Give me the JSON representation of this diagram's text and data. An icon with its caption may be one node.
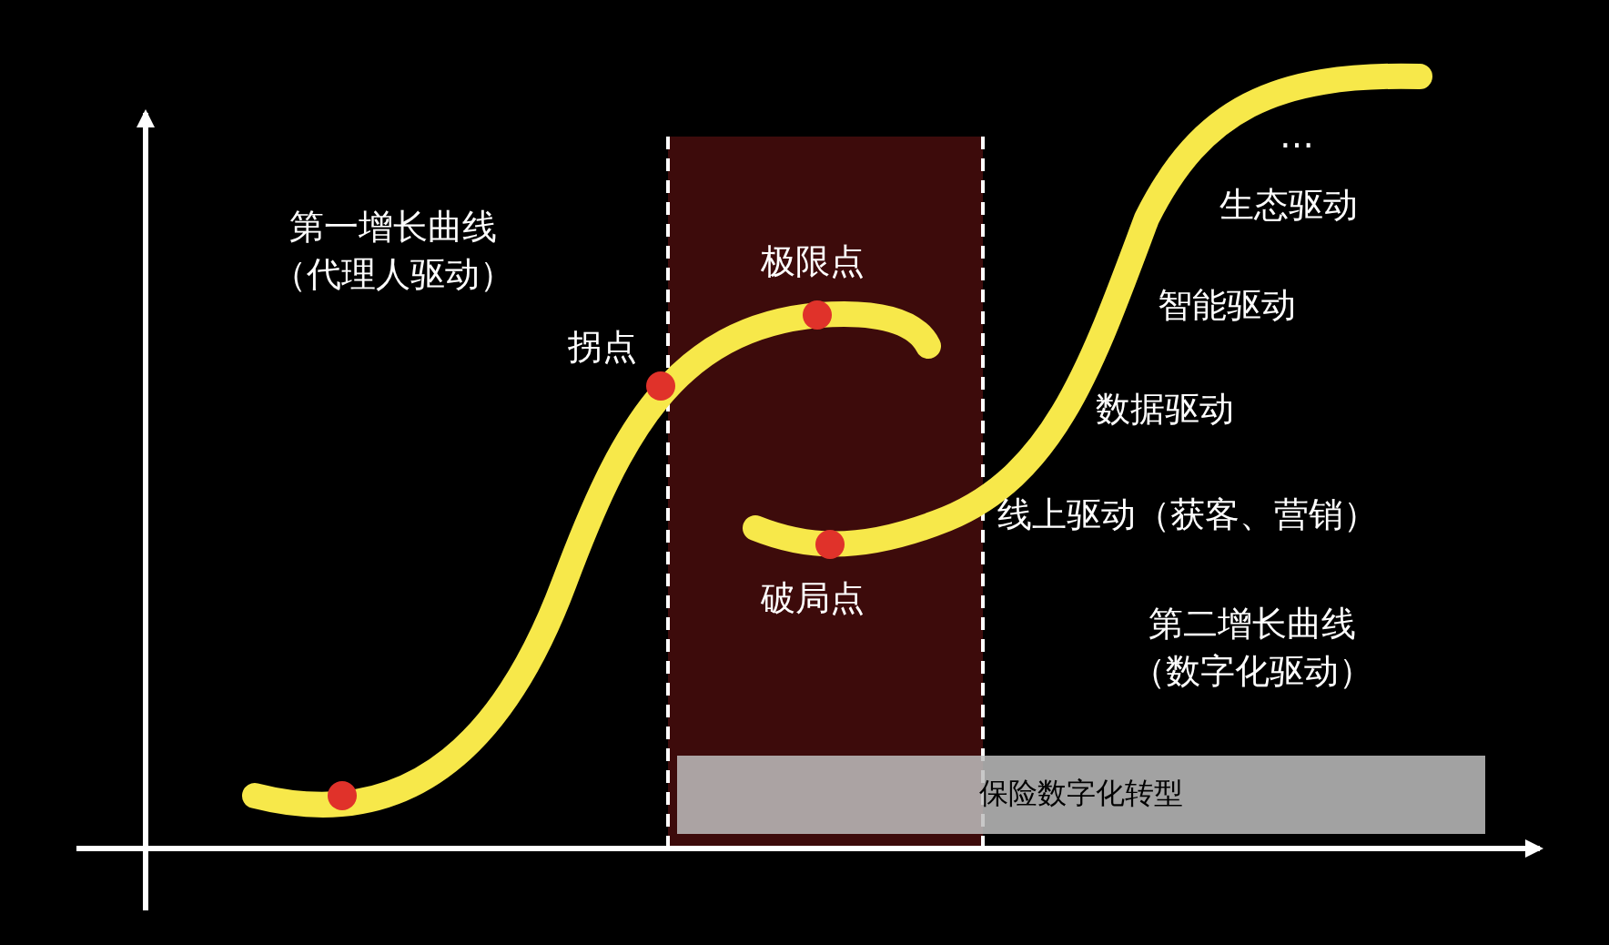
{
  "diagram": {
    "nodes": [
      {
        "text": [
          "保险数字化转型"
        ]
      }
    ],
    "labels": [
      "…",
      "生态驱动",
      "第一增长曲线（代理人驱动）",
      "极限点",
      "智能驱动",
      "拐点",
      "数据驱动",
      "线上驱动（获客、营销）",
      "破局点",
      "第二增长曲线（数字化驱动）"
    ]
  }
}
